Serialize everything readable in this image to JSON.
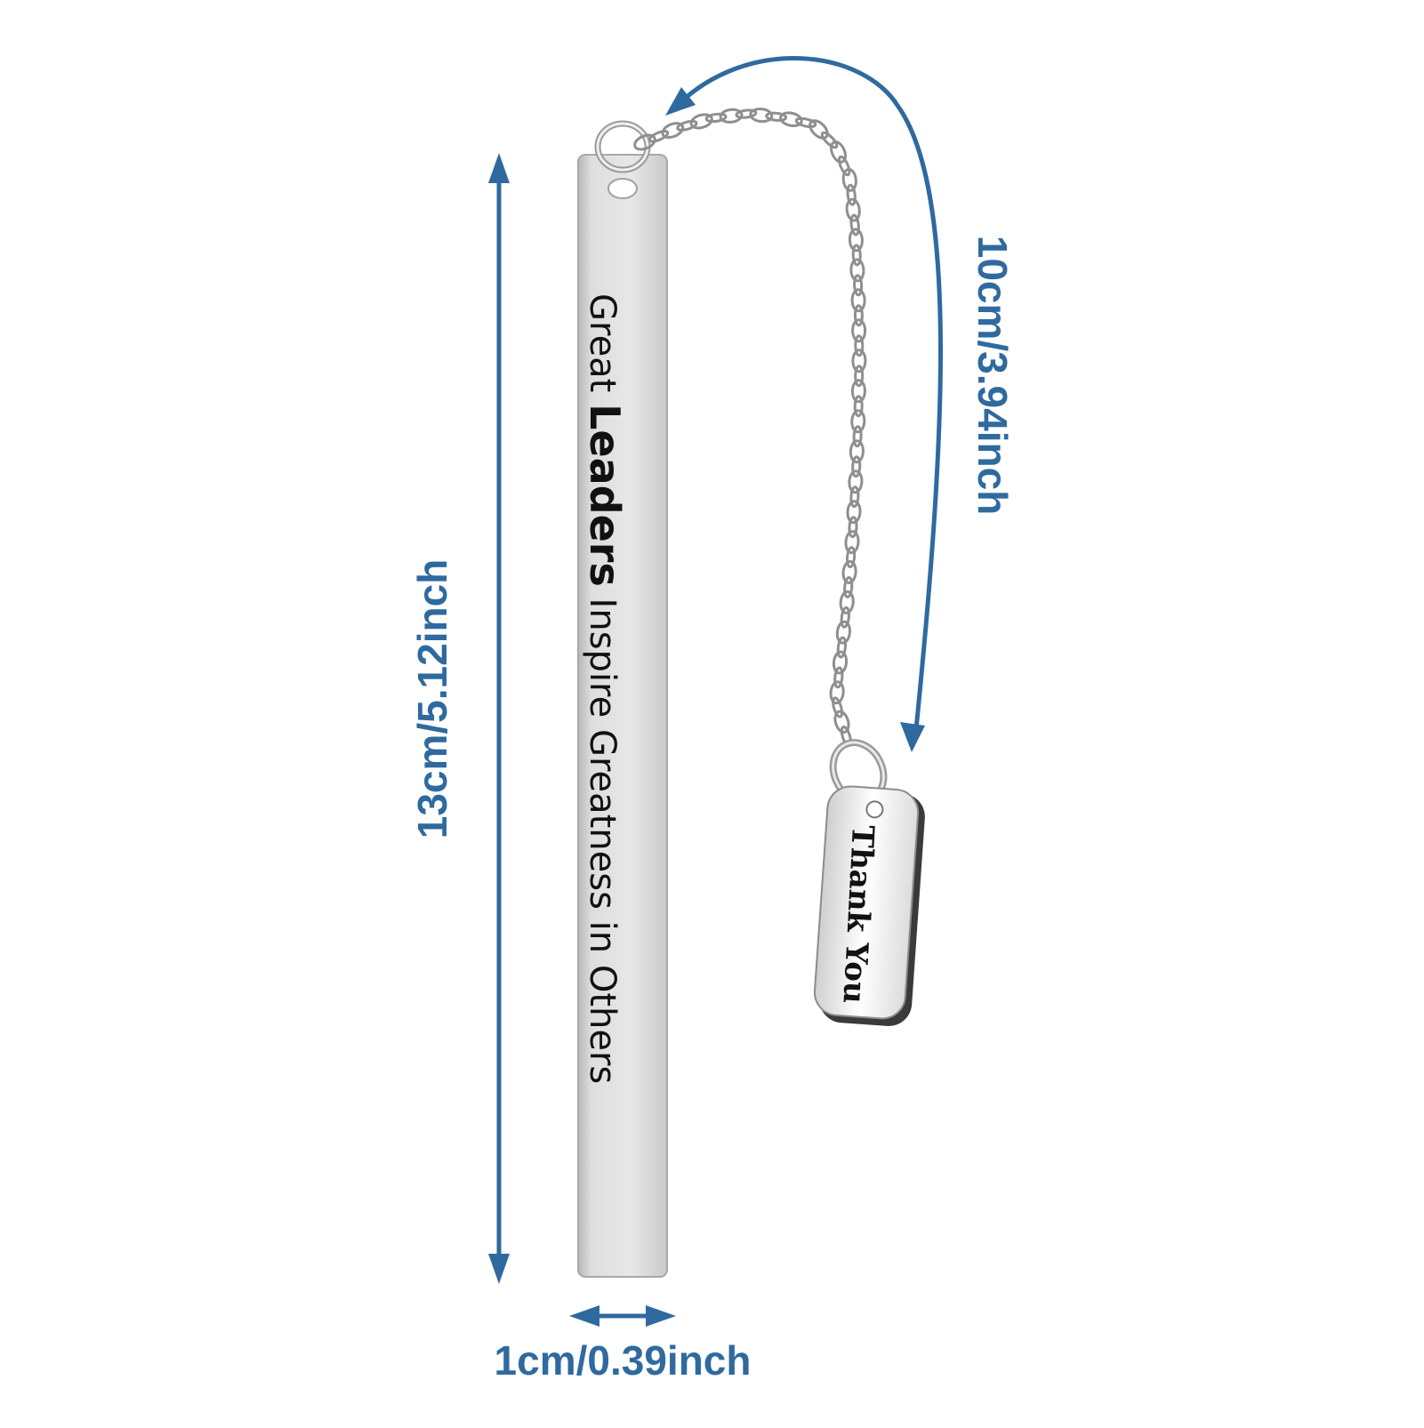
{
  "dimensions": {
    "height_label": "13cm/5.12inch",
    "width_label": "1cm/0.39inch",
    "chain_label": "10cm/3.94inch"
  },
  "bookmark": {
    "text_part1": "Great ",
    "text_strong": "Leaders",
    "text_part2": " Inspire Greatness in Others"
  },
  "charm": {
    "text": "Thank You"
  },
  "colors": {
    "annotation": "#2f6a9f",
    "metal": "#d6d6d6"
  }
}
